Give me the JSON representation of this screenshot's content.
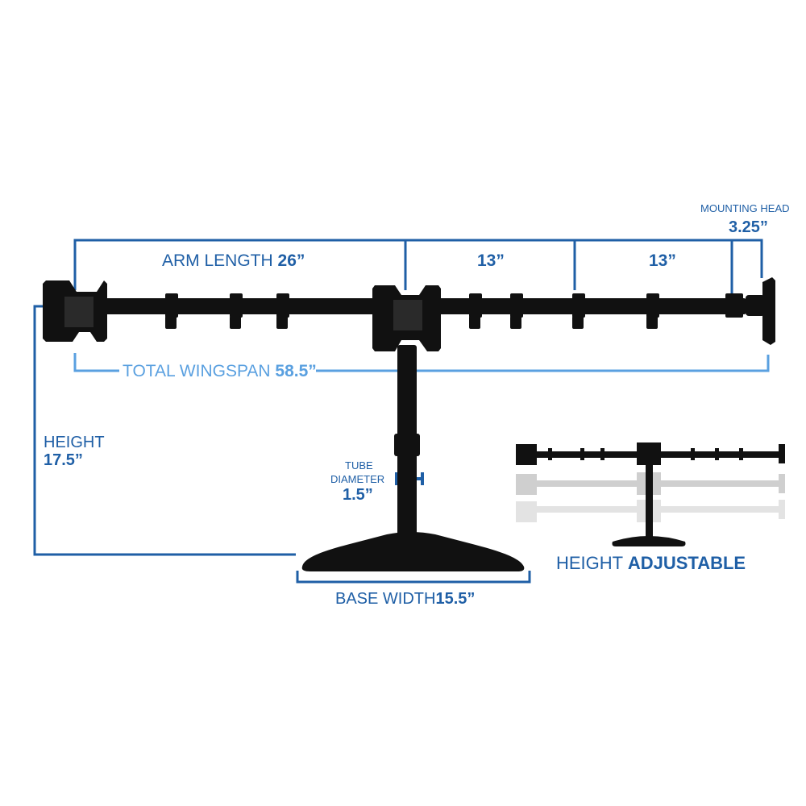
{
  "labels": {
    "arm_length": "ARM LENGTH",
    "arm_length_value": "26”",
    "seg_left": "13”",
    "seg_right": "13”",
    "mounting_head": "MOUNTING HEAD",
    "mounting_head_value": "3.25”",
    "total_wingspan": "TOTAL WINGSPAN",
    "total_wingspan_value": "58.5”",
    "height": "HEIGHT",
    "height_value": "17.5”",
    "tube": "TUBE",
    "diameter": "DIAMETER",
    "tube_value": "1.5”",
    "base_width": "BASE WIDTH",
    "base_width_value": "15.5”",
    "height_adj_1": "HEIGHT",
    "height_adj_2": "ADJUSTABLE"
  },
  "colors": {
    "dimension_blue": "#1f5fa6",
    "wingspan_light_blue": "#5aa0e0",
    "stand_black": "#111111",
    "ghost_gray": "#d6d6d6"
  }
}
